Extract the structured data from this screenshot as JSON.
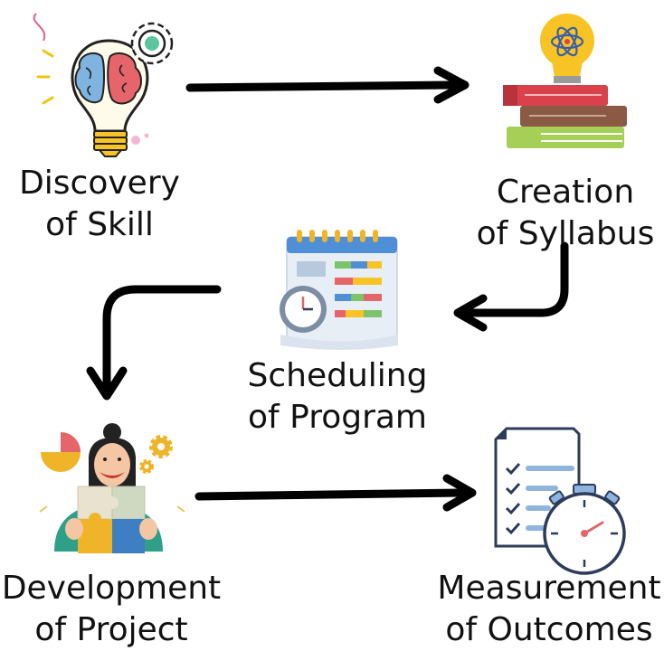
{
  "steps": [
    {
      "id": "discovery",
      "line1": "Discovery",
      "line2": "of Skill"
    },
    {
      "id": "creation",
      "line1": "Creation",
      "line2": "of Syllabus"
    },
    {
      "id": "scheduling",
      "line1": "Scheduling",
      "line2": "of Program"
    },
    {
      "id": "development",
      "line1": "Development",
      "line2": "of Project"
    },
    {
      "id": "measurement",
      "line1": "Measurement",
      "line2": "of Outcomes"
    }
  ],
  "colors": {
    "arrow": "#000000",
    "text": "#111111",
    "brain_blue": "#7fb3e0",
    "brain_red": "#e5656b",
    "bulb_yellow": "#f7c325",
    "book_green": "#a6cf58",
    "book_red": "#d9424b",
    "book_brown": "#8a5a44",
    "calendar_blue": "#4f8fd6",
    "clipboard_navy": "#2d3c5a"
  },
  "icons": [
    "brain-bulb-icon",
    "atom-bulb-books-icon",
    "calendar-clock-icon",
    "woman-puzzle-icon",
    "checklist-stopwatch-icon"
  ]
}
